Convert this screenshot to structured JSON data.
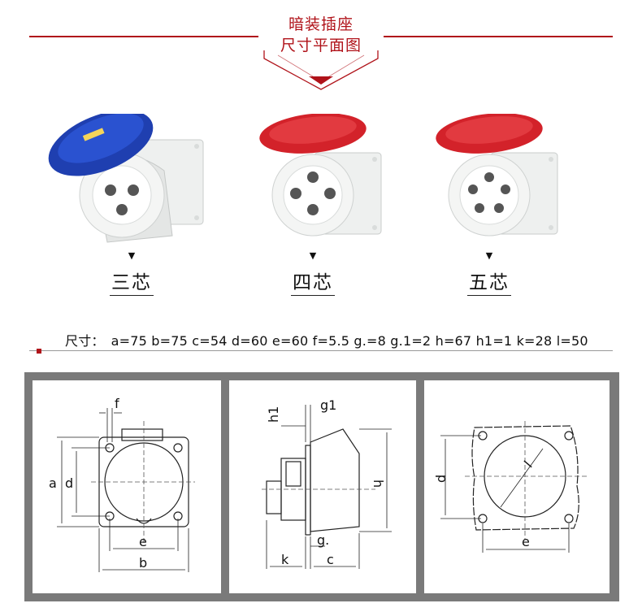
{
  "header": {
    "title_line1": "暗装插座",
    "title_line2": "尺寸平面图"
  },
  "products": [
    {
      "label": "三芯",
      "color": "#1f3fb0",
      "pins": 3
    },
    {
      "label": "四芯",
      "color": "#d3222a",
      "pins": 4
    },
    {
      "label": "五芯",
      "color": "#d3222a",
      "pins": 5
    }
  ],
  "arrow_glyph": "▼",
  "dimensions": {
    "label": "尺寸：",
    "values": "a=75 b=75 c=54 d=60 e=60 f=5.5 g.=8 g.1=2 h=67 h1=1 k=28 l=50"
  },
  "drawings": {
    "front": {
      "f": "f",
      "a": "a",
      "d": "d",
      "e": "e",
      "b": "b"
    },
    "side": {
      "h1": "h1",
      "g1": "g1",
      "h": "h",
      "g": "g.",
      "k": "k",
      "c": "c"
    },
    "cutout": {
      "d": "d",
      "e": "e",
      "l": "l"
    }
  },
  "colors": {
    "accent": "#b0131a",
    "panel_frame": "#7a7a7a"
  }
}
